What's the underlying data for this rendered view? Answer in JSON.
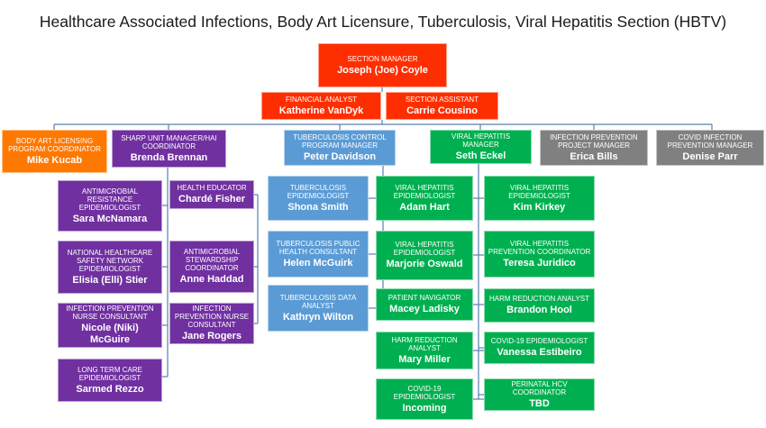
{
  "title": "Healthcare Associated Infections, Body Art Licensure, Tuberculosis, Viral Hepatitis Section (HBTV)",
  "colors": {
    "red": "#ff2e00",
    "orange": "#ff7800",
    "purple": "#7030a0",
    "blue": "#5b9bd5",
    "green": "#00b050",
    "gray": "#808080",
    "line": "#5b7fb0"
  },
  "boxes": [
    {
      "id": "section-manager",
      "role": "SECTION MANAGER",
      "name": "Joseph (Joe) Coyle",
      "color": "red"
    },
    {
      "id": "financial-analyst",
      "role": "FINANCIAL ANALYST",
      "name": "Katherine VanDyk",
      "color": "red"
    },
    {
      "id": "section-assistant",
      "role": "SECTION ASSISTANT",
      "name": "Carrie Cousino",
      "color": "red"
    },
    {
      "id": "body-art-coordinator",
      "role": "BODY ART LICENSING PROGRAM COORDINATOR",
      "name": "Mike Kucab",
      "color": "orange"
    },
    {
      "id": "sharp-unit-manager",
      "role": "SHARP UNIT MANAGER/HAI COORDINATOR",
      "name": "Brenda Brennan",
      "color": "purple"
    },
    {
      "id": "tb-program-manager",
      "role": "TUBERCULOSIS CONTROL PROGRAM MANAGER",
      "name": "Peter Davidson",
      "color": "blue"
    },
    {
      "id": "vh-manager",
      "role": "VIRAL HEPATITIS MANAGER",
      "name": "Seth Eckel",
      "color": "green"
    },
    {
      "id": "ip-project-manager",
      "role": "INFECTION PREVENTION PROJECT MANAGER",
      "name": "Erica Bills",
      "color": "gray"
    },
    {
      "id": "covid-ip-manager",
      "role": "COVID INFECTION PREVENTION MANAGER",
      "name": "Denise Parr",
      "color": "gray"
    },
    {
      "id": "ar-epidemiologist",
      "role": "ANTIMICROBIAL RESISTANCE EPIDEMIOLOGIST",
      "name": "Sara McNamara",
      "color": "purple"
    },
    {
      "id": "health-educator",
      "role": "HEALTH EDUCATOR",
      "name": "Chardé Fisher",
      "color": "purple"
    },
    {
      "id": "nhsn-epidemiologist",
      "role": "NATIONAL HEALTHCARE SAFETY NETWORK EPIDEMIOLOGIST",
      "name": "Elisia (Elli) Stier",
      "color": "purple"
    },
    {
      "id": "as-coordinator",
      "role": "ANTIMICROBIAL STEWARDSHIP COORDINATOR",
      "name": "Anne Haddad",
      "color": "purple"
    },
    {
      "id": "ip-nurse-1",
      "role": "INFECTION PREVENTION NURSE CONSULTANT",
      "name": "Nicole (Niki) McGuire",
      "color": "purple"
    },
    {
      "id": "ip-nurse-2",
      "role": "INFECTION PREVENTION NURSE CONSULTANT",
      "name": "Jane Rogers",
      "color": "purple"
    },
    {
      "id": "ltc-epidemiologist",
      "role": "LONG TERM CARE EPIDEMIOLOGIST",
      "name": "Sarmed Rezzo",
      "color": "purple"
    },
    {
      "id": "tb-epidemiologist",
      "role": "TUBERCULOSIS EPIDEMIOLOGIST",
      "name": "Shona Smith",
      "color": "blue"
    },
    {
      "id": "tb-ph-consultant",
      "role": "TUBERCULOSIS PUBLIC HEALTH CONSULTANT",
      "name": "Helen McGuirk",
      "color": "blue"
    },
    {
      "id": "tb-data-analyst",
      "role": "TUBERCULOSIS DATA ANALYST",
      "name": "Kathryn Wilton",
      "color": "blue"
    },
    {
      "id": "vh-epi-1",
      "role": "VIRAL HEPATITIS EPIDEMIOLOGIST",
      "name": "Adam Hart",
      "color": "green"
    },
    {
      "id": "vh-epi-2",
      "role": "VIRAL HEPATITIS EPIDEMIOLOGIST",
      "name": "Kim Kirkey",
      "color": "green"
    },
    {
      "id": "vh-epi-3",
      "role": "VIRAL HEPATITIS EPIDEMIOLOGIST",
      "name": "Marjorie Oswald",
      "color": "green"
    },
    {
      "id": "vh-prevention-coordinator",
      "role": "VIRAL HEPATITIS PREVENTION COORDINATOR",
      "name": "Teresa Juridico",
      "color": "green"
    },
    {
      "id": "patient-navigator",
      "role": "PATIENT NAVIGATOR",
      "name": "Macey Ladisky",
      "color": "green"
    },
    {
      "id": "harm-reduction-1",
      "role": "HARM REDUCTION ANALYST",
      "name": "Brandon Hool",
      "color": "green"
    },
    {
      "id": "harm-reduction-2",
      "role": "HARM REDUCTION ANALYST",
      "name": "Mary Miller",
      "color": "green"
    },
    {
      "id": "covid-epi-1",
      "role": "COVID-19 EPIDEMIOLOGIST",
      "name": "Vanessa Estibeiro",
      "color": "green"
    },
    {
      "id": "covid-epi-2",
      "role": "COVID-19 EPIDEMIOLOGIST",
      "name": "Incoming",
      "color": "green"
    },
    {
      "id": "perinatal-hcv",
      "role": "PERINATAL HCV COORDINATOR",
      "name": "TBD",
      "color": "green"
    }
  ]
}
